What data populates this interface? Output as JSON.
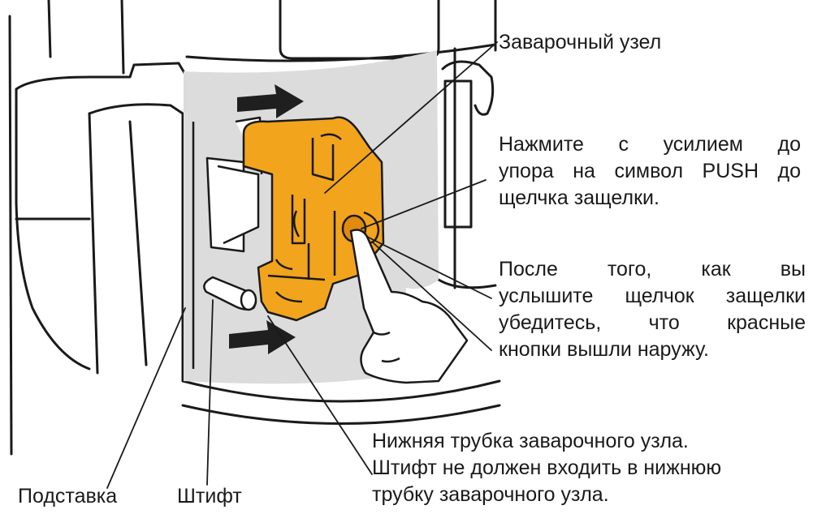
{
  "labels": {
    "brew_unit": "Заварочный узел",
    "press_push": {
      "line1": "Нажмите с усилием до",
      "line2": "упора на символ PUSH до",
      "line3": "щелчка защелки."
    },
    "after_click": {
      "line1": "После того, как вы",
      "line2": "услышите щелчок защелки",
      "line3": "убедитесь, что красные",
      "line4": "кнопки вышли наружу."
    },
    "lower_tube": {
      "line1": "Нижняя трубка заварочного узла.",
      "line2": "Штифт не должен входить в нижнюю",
      "line3": "трубку заварочного узла."
    },
    "stand": "Подставка",
    "pin": "Штифт"
  },
  "colors": {
    "brew_unit_fill": "#f2a41c",
    "cavity_fill": "#dcdcdc",
    "line": "#1a1a1a",
    "arrow": "#1f1f1f"
  }
}
